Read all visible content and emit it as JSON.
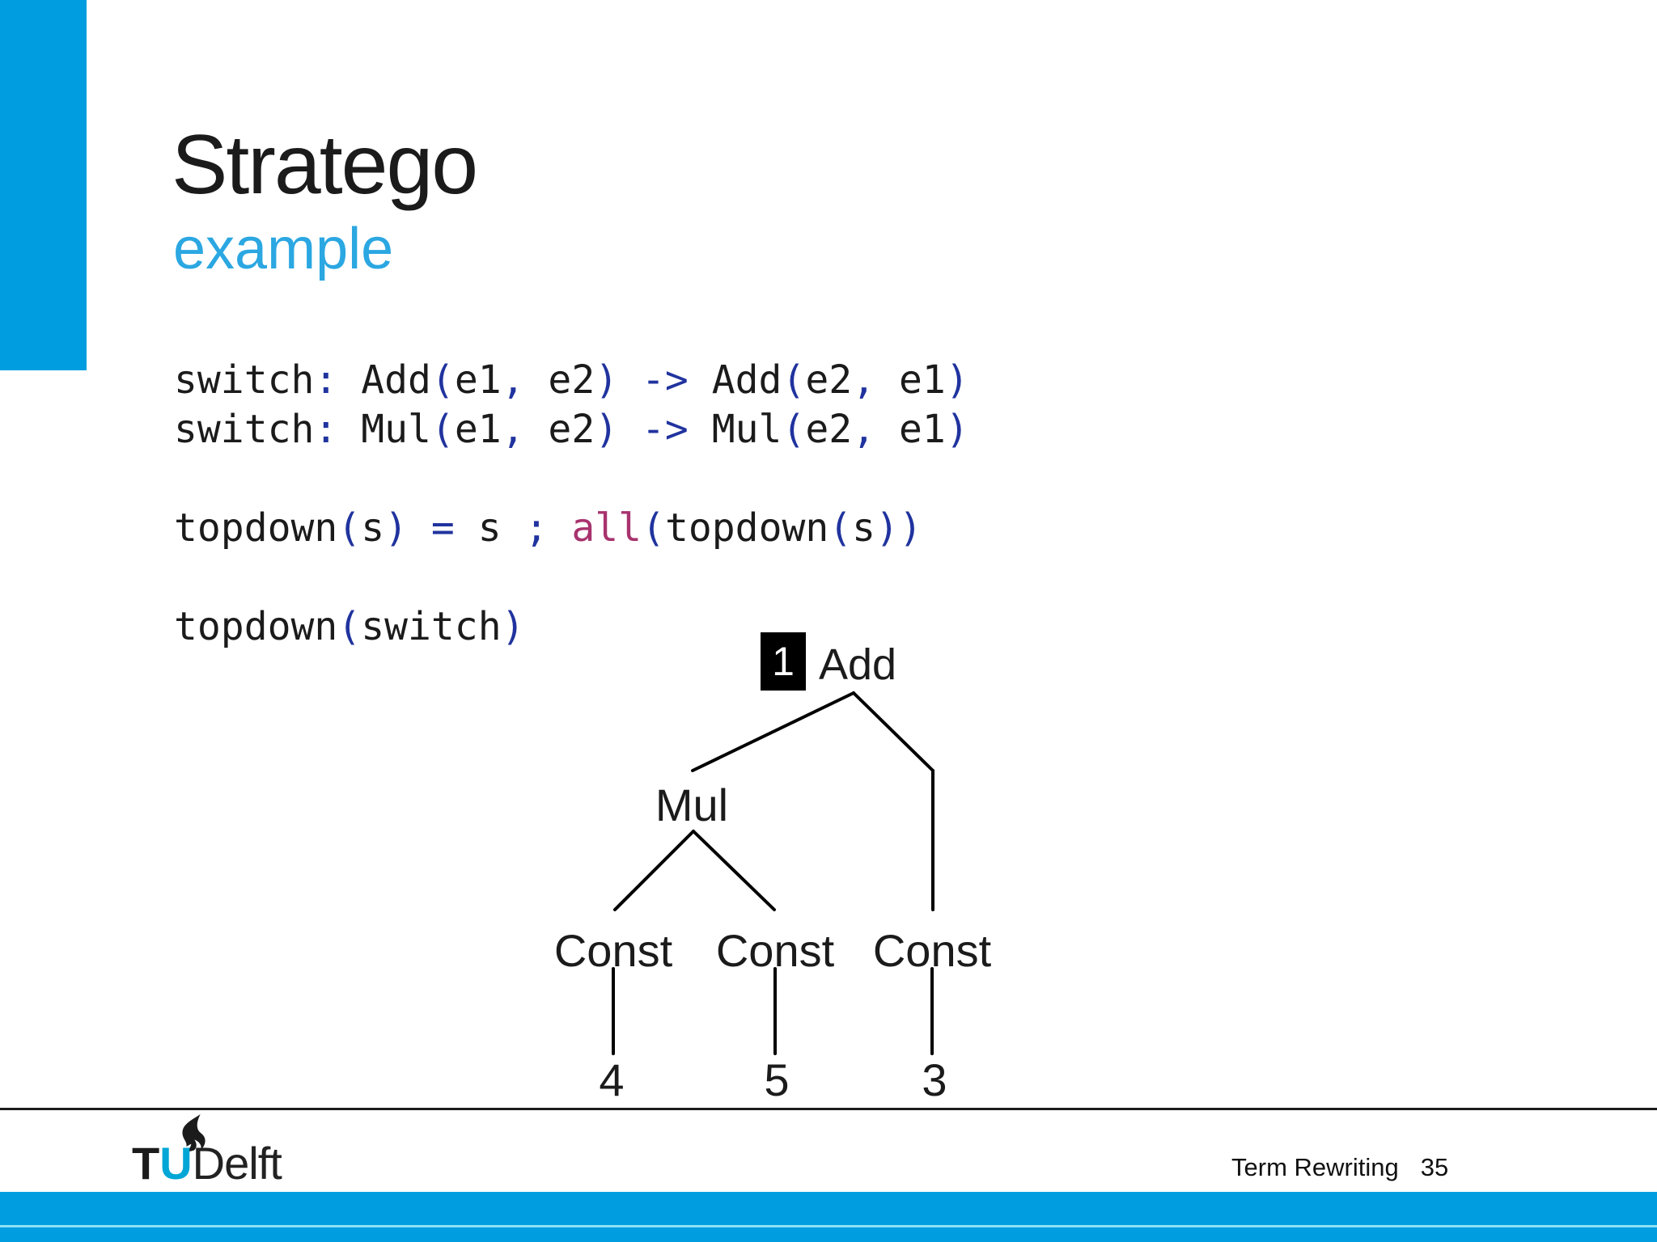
{
  "slide": {
    "title": "Stratego",
    "subtitle": "example"
  },
  "colors": {
    "accent_bar": "#009EE0",
    "subtitle": "#2BA7E2",
    "code_plain": "#1B1B1B",
    "code_punct": "#20339E",
    "code_keyword": "#A8336E",
    "badge_bg": "#000000",
    "badge_fg": "#FFFFFF",
    "logo_blue": "#00A6D6",
    "bottom_bar_light_line": "#8FE3F5"
  },
  "code": {
    "lines": [
      [
        {
          "t": "switch",
          "c": "plain"
        },
        {
          "t": ":",
          "c": "punct"
        },
        {
          "t": " ",
          "c": "plain"
        },
        {
          "t": "Add",
          "c": "plain"
        },
        {
          "t": "(",
          "c": "punct"
        },
        {
          "t": "e1",
          "c": "plain"
        },
        {
          "t": ",",
          "c": "punct"
        },
        {
          "t": " ",
          "c": "plain"
        },
        {
          "t": "e2",
          "c": "plain"
        },
        {
          "t": ")",
          "c": "punct"
        },
        {
          "t": " ",
          "c": "plain"
        },
        {
          "t": "->",
          "c": "punct"
        },
        {
          "t": " ",
          "c": "plain"
        },
        {
          "t": "Add",
          "c": "plain"
        },
        {
          "t": "(",
          "c": "punct"
        },
        {
          "t": "e2",
          "c": "plain"
        },
        {
          "t": ",",
          "c": "punct"
        },
        {
          "t": " ",
          "c": "plain"
        },
        {
          "t": "e1",
          "c": "plain"
        },
        {
          "t": ")",
          "c": "punct"
        }
      ],
      [
        {
          "t": "switch",
          "c": "plain"
        },
        {
          "t": ":",
          "c": "punct"
        },
        {
          "t": " ",
          "c": "plain"
        },
        {
          "t": "Mul",
          "c": "plain"
        },
        {
          "t": "(",
          "c": "punct"
        },
        {
          "t": "e1",
          "c": "plain"
        },
        {
          "t": ",",
          "c": "punct"
        },
        {
          "t": " ",
          "c": "plain"
        },
        {
          "t": "e2",
          "c": "plain"
        },
        {
          "t": ")",
          "c": "punct"
        },
        {
          "t": " ",
          "c": "plain"
        },
        {
          "t": "->",
          "c": "punct"
        },
        {
          "t": " ",
          "c": "plain"
        },
        {
          "t": "Mul",
          "c": "plain"
        },
        {
          "t": "(",
          "c": "punct"
        },
        {
          "t": "e2",
          "c": "plain"
        },
        {
          "t": ",",
          "c": "punct"
        },
        {
          "t": " ",
          "c": "plain"
        },
        {
          "t": "e1",
          "c": "plain"
        },
        {
          "t": ")",
          "c": "punct"
        }
      ],
      [],
      [
        {
          "t": "topdown",
          "c": "plain"
        },
        {
          "t": "(",
          "c": "punct"
        },
        {
          "t": "s",
          "c": "plain"
        },
        {
          "t": ")",
          "c": "punct"
        },
        {
          "t": " ",
          "c": "plain"
        },
        {
          "t": "=",
          "c": "punct"
        },
        {
          "t": " ",
          "c": "plain"
        },
        {
          "t": "s",
          "c": "plain"
        },
        {
          "t": " ",
          "c": "plain"
        },
        {
          "t": ";",
          "c": "punct"
        },
        {
          "t": " ",
          "c": "plain"
        },
        {
          "t": "all",
          "c": "keyword"
        },
        {
          "t": "(",
          "c": "punct"
        },
        {
          "t": "topdown",
          "c": "plain"
        },
        {
          "t": "(",
          "c": "punct"
        },
        {
          "t": "s",
          "c": "plain"
        },
        {
          "t": "))",
          "c": "punct"
        }
      ],
      [],
      [
        {
          "t": "topdown",
          "c": "plain"
        },
        {
          "t": "(",
          "c": "punct"
        },
        {
          "t": "switch",
          "c": "plain"
        },
        {
          "t": ")",
          "c": "punct"
        }
      ]
    ]
  },
  "tree": {
    "marker": "1",
    "root_label": "Add",
    "mul_label": "Mul",
    "const_labels": [
      "Const",
      "Const",
      "Const"
    ],
    "leaf_values": [
      "4",
      "5",
      "3"
    ]
  },
  "footer": {
    "course": "Term Rewriting",
    "page_number": "35",
    "logo_t": "T",
    "logo_u": "U",
    "logo_rest": "Delft"
  }
}
